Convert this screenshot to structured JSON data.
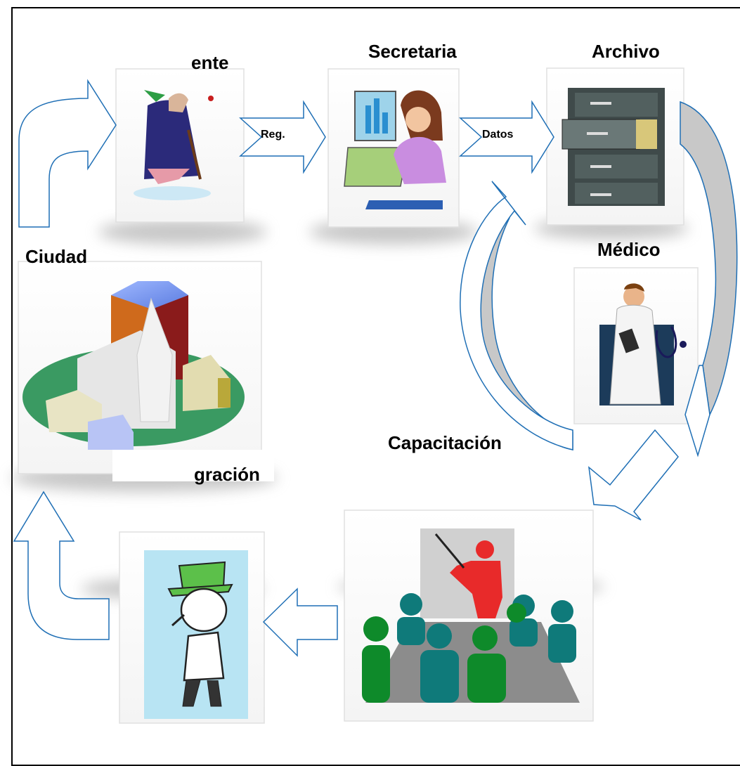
{
  "nodes": {
    "paciente": {
      "label": "ente"
    },
    "secretaria": {
      "label": "Secretaria"
    },
    "archivo": {
      "label": "Archivo"
    },
    "medico": {
      "label": "Médico"
    },
    "ciudad": {
      "label": "Ciudad"
    },
    "capacitacion": {
      "label": "Capacitación"
    },
    "integracion": {
      "label": "gración"
    }
  },
  "arrows": {
    "reg": {
      "label": "Reg."
    },
    "datos": {
      "label": "Datos"
    }
  },
  "colors": {
    "arrow_stroke": "#1f6fb5",
    "arrow_fill": "#ffffff",
    "shadow_fill": "#c8c8c8",
    "frame": "#000000"
  }
}
